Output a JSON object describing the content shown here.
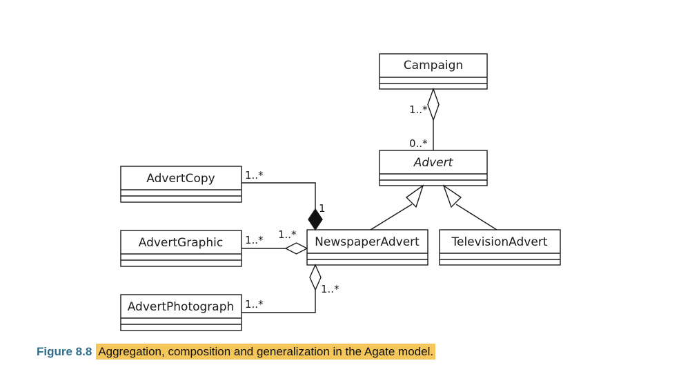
{
  "diagram": {
    "classes": {
      "campaign": "Campaign",
      "advert": "Advert",
      "advert_copy": "AdvertCopy",
      "advert_graphic": "AdvertGraphic",
      "advert_photograph": "AdvertPhotograph",
      "newspaper_advert": "NewspaperAdvert",
      "television_advert": "TelevisionAdvert"
    },
    "multiplicities": {
      "campaign_side": "1..*",
      "advert_side": "0..*",
      "advert_copy": "1..*",
      "newspaper_from_copy": "1",
      "advert_graphic": "1..*",
      "newspaper_from_graphic": "1..*",
      "newspaper_from_photograph": "1..*",
      "advert_photograph": "1..*"
    }
  },
  "caption": {
    "label": "Figure 8.8",
    "text": "Aggregation, composition and generalization in the Agate model."
  }
}
